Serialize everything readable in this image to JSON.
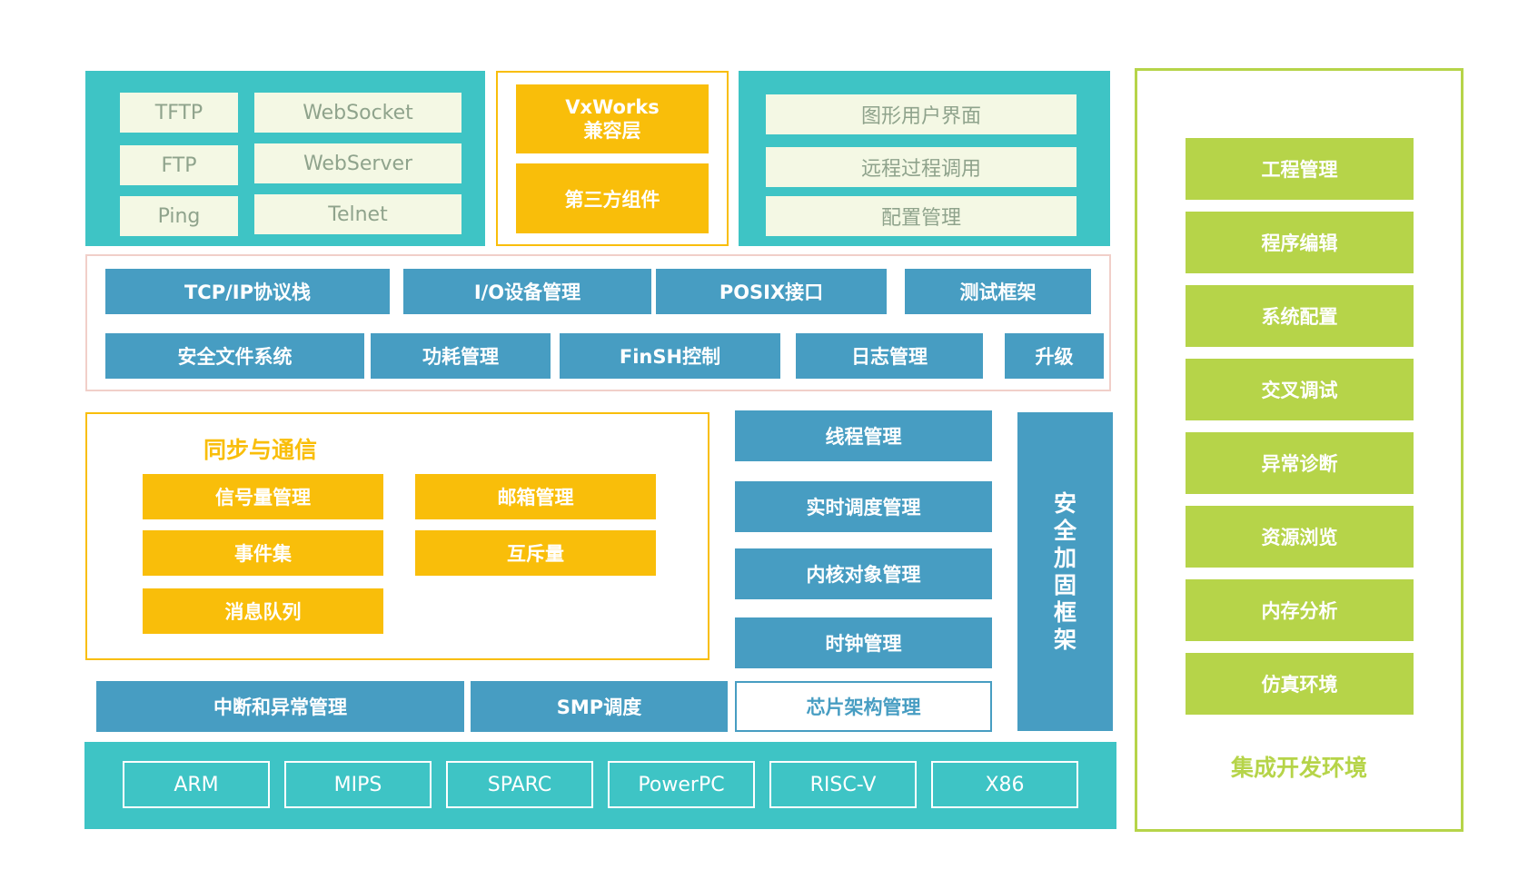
{
  "network_services": [
    "TFTP",
    "WebSocket",
    "FTP",
    "WebServer",
    "Ping",
    "Telnet"
  ],
  "compat": {
    "vxworks_line1": "VxWorks",
    "vxworks_line2": "兼容层",
    "third_party": "第三方组件"
  },
  "ui_services": [
    "图形用户界面",
    "远程过程调用",
    "配置管理"
  ],
  "components": {
    "row1": [
      "TCP/IP协议栈",
      "I/O设备管理",
      "POSIX接口",
      "测试框架"
    ],
    "row2": [
      "安全文件系统",
      "功耗管理",
      "FinSH控制",
      "日志管理",
      "升级"
    ]
  },
  "sync": {
    "title": "同步与通信",
    "items": [
      "信号量管理",
      "邮箱管理",
      "事件集",
      "互斥量",
      "消息队列"
    ]
  },
  "kernel": [
    "线程管理",
    "实时调度管理",
    "内核对象管理",
    "时钟管理"
  ],
  "security": {
    "chars": [
      "安",
      "全",
      "加",
      "固",
      "框",
      "架"
    ]
  },
  "bottom_row": [
    "中断和异常管理",
    "SMP调度",
    "芯片架构管理"
  ],
  "architectures": [
    "ARM",
    "MIPS",
    "SPARC",
    "PowerPC",
    "RISC-V",
    "X86"
  ],
  "ide": {
    "title": "集成开发环境",
    "items": [
      "工程管理",
      "程序编辑",
      "系统配置",
      "交叉调试",
      "异常诊断",
      "资源浏览",
      "内存分析",
      "仿真环境"
    ]
  },
  "colors": {
    "teal": "#3ec4c5",
    "yellow": "#f9be0a",
    "blue": "#479dc2",
    "green": "#b6d449",
    "pink_border": "#f1cfc9",
    "light_box": "#f4f8e4"
  }
}
